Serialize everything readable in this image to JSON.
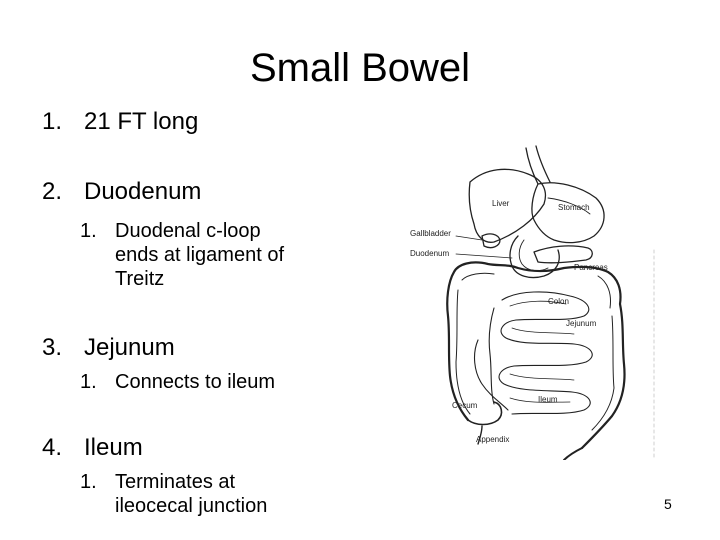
{
  "slide": {
    "title": "Small Bowel",
    "page_number": "5"
  },
  "items": [
    {
      "num": "1.",
      "text": "21 FT long"
    },
    {
      "num": "2.",
      "text": "Duodenum"
    },
    {
      "num": "3.",
      "text": "Jejunum"
    },
    {
      "num": "4.",
      "text": "Ileum"
    }
  ],
  "subitems": [
    {
      "num": "1.",
      "lines": [
        "Duodenal c-loop",
        "ends at ligament of",
        "Treitz"
      ]
    },
    {
      "num": "1.",
      "lines": [
        "Connects to ileum"
      ]
    },
    {
      "num": "1.",
      "lines": [
        "Terminates at",
        "ileocecal junction"
      ]
    }
  ],
  "diagram": {
    "labels": {
      "liver": "Liver",
      "stomach": "Stomach",
      "gallbladder": "Gallbladder",
      "duodenum": "Duodenum",
      "pancreas": "Pancreas",
      "colon": "Colon",
      "jejunum": "Jejunum",
      "cecum": "Cecum",
      "ileum": "Ileum",
      "appendix": "Appendix"
    }
  }
}
